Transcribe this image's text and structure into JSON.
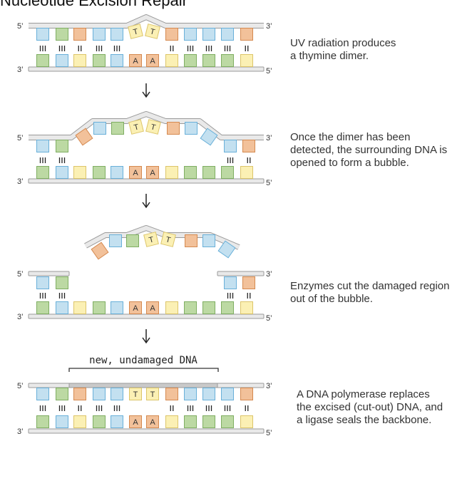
{
  "title": "Nucleotide Excision Repair",
  "labels": {
    "five_prime": "5’",
    "three_prime": "3’",
    "thymine": "T",
    "adenine": "A"
  },
  "annotation": "new, undamaged DNA",
  "captions": [
    [
      "UV radiation produces",
      "a thymine dimer."
    ],
    [
      "Once the dimer has been",
      "detected, the surrounding DNA is",
      "opened to form a bubble."
    ],
    [
      "Enzymes cut the damaged region",
      "out of the bubble."
    ],
    [
      "A DNA polymerase replaces",
      "the excised (cut-out) DNA, and",
      "a ligase seals the backbone."
    ]
  ],
  "colors": {
    "blue": "#c3e0f0",
    "blue_edge": "#69b0d9",
    "green": "#bcd9a3",
    "green_edge": "#7fae62",
    "orange": "#f2c19a",
    "orange_edge": "#d58a50",
    "yellow": "#fbf0b4",
    "yellow_edge": "#dcc56a",
    "backbone": "#e9e9e9",
    "backbone_edge": "#9a9a9a",
    "new_backbone": "#c9c9c9"
  },
  "top_strand": [
    "blue",
    "green",
    "orange",
    "blue",
    "blue",
    "yellow",
    "yellow",
    "orange",
    "blue",
    "blue",
    "blue",
    "orange"
  ],
  "bottom_strand": [
    "green",
    "blue",
    "yellow",
    "green",
    "blue",
    "orange",
    "orange",
    "yellow",
    "green",
    "green",
    "green",
    "yellow"
  ],
  "bonds": [
    "III",
    "III",
    "II",
    "III",
    "III",
    "",
    "",
    "II",
    "III",
    "III",
    "III",
    "II"
  ]
}
